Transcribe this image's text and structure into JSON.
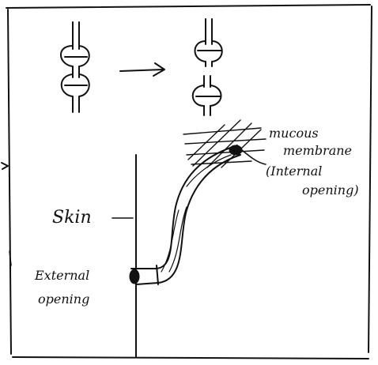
{
  "diagram": {
    "labels": {
      "skin": "Skin",
      "external_opening_line1": "External",
      "external_opening_line2": "opening",
      "mucous_membrane_line1": "mucous",
      "mucous_membrane_line2": "membrane",
      "internal_opening_line1": "(Internal",
      "internal_opening_line2": "opening)"
    },
    "arrow_symbol": "→",
    "ink_color": "#111111",
    "background_color": "#ffffff"
  }
}
